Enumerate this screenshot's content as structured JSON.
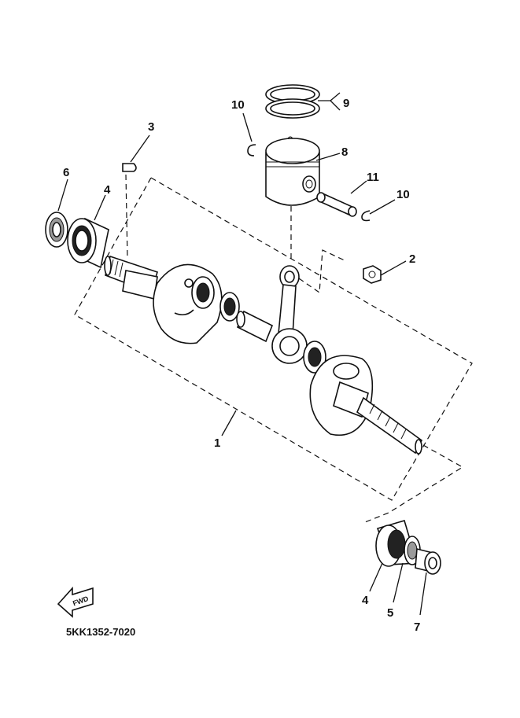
{
  "diagram": {
    "code": "5KK1352-7020",
    "fwd_label": "FWD",
    "callouts": {
      "crankshaft_assy": "1",
      "nut": "2",
      "key": "3",
      "bearing_left": "4",
      "bearing_right": "4",
      "oil_seal_right": "5",
      "oil_seal_left": "6",
      "collar": "7",
      "piston": "8",
      "piston_rings": "9",
      "circlip_left": "10",
      "circlip_right": "10",
      "piston_pin": "11"
    }
  }
}
